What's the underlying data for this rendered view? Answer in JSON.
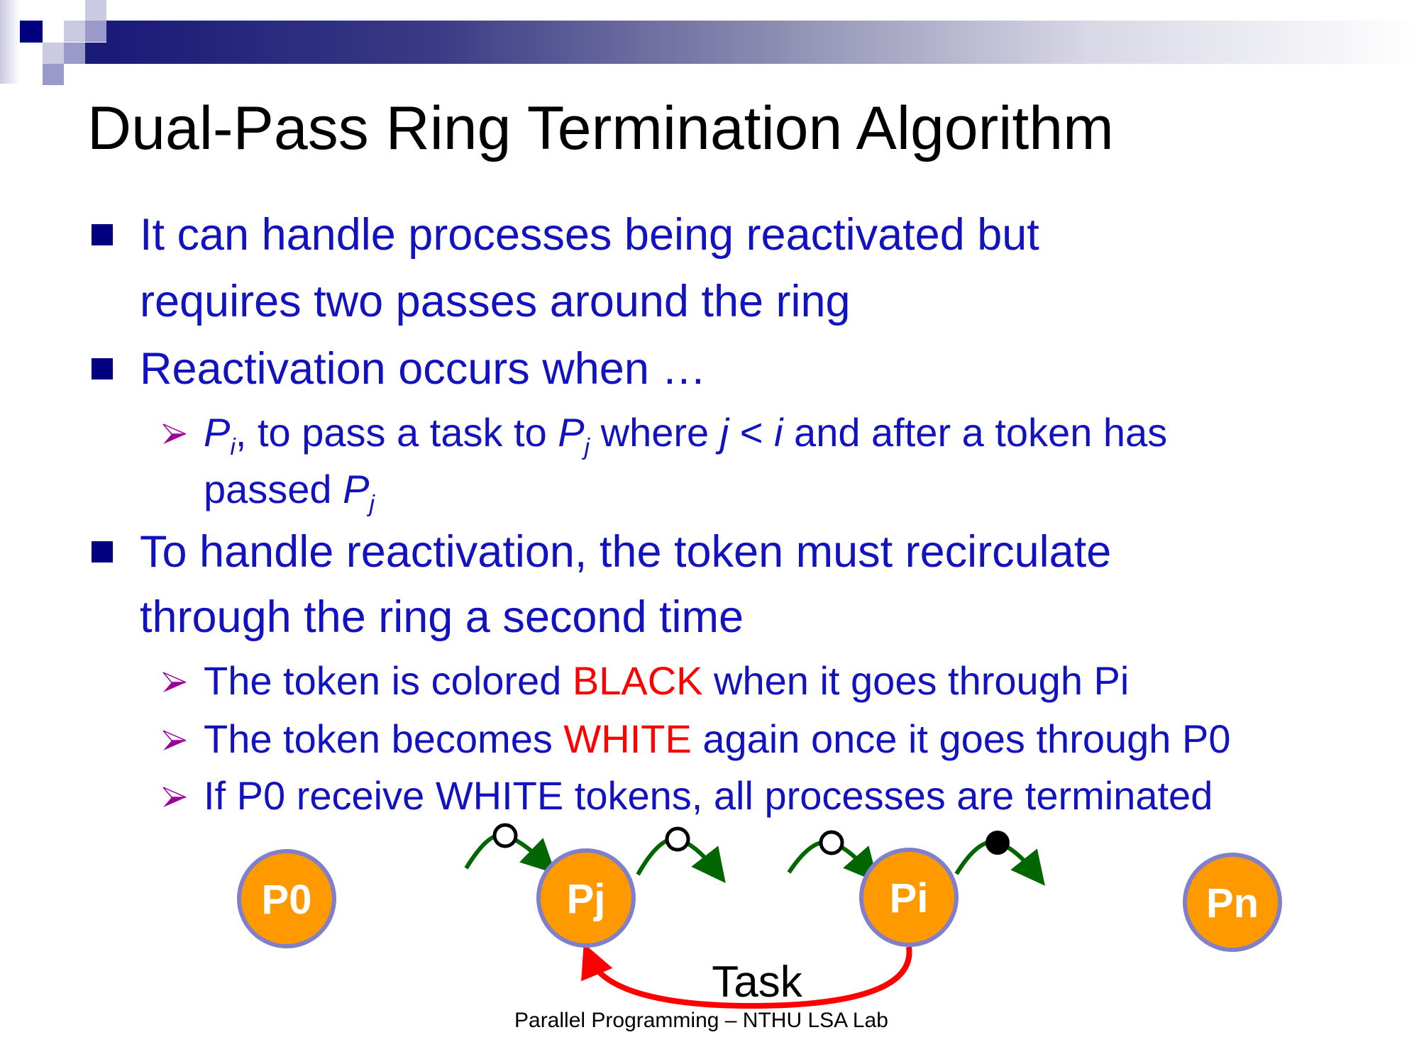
{
  "title": "Dual-Pass Ring Termination Algorithm",
  "bullets": {
    "b1_line1": "It can handle processes being reactivated but",
    "b1_line2": "requires two passes around the ring",
    "b2": "Reactivation occurs when …",
    "b2_sub": {
      "pi": "P",
      "pi_sub": "i",
      "t1": ", to pass a task to ",
      "pj": "P",
      "pj_sub": "j",
      "t2": " where ",
      "j": "j",
      "lt": " < ",
      "i": "i",
      "t3": " and after a token has",
      "t4": "passed ",
      "pj2": "P",
      "pj2_sub": "j"
    },
    "b3_line1": "To handle reactivation, the token must recirculate",
    "b3_line2": "through the ring a second time",
    "subs": [
      {
        "pre": "The token is colored ",
        "hl": "BLACK",
        "post": " when it goes through Pi"
      },
      {
        "pre": "The token becomes ",
        "hl": "WHITE",
        "post": " again once it goes through P0"
      },
      {
        "pre": "If P0 receive WHITE tokens, all processes are terminated",
        "hl": "",
        "post": ""
      }
    ]
  },
  "diagram": {
    "nodes": [
      "P0",
      "Pj",
      "Pi",
      "Pn"
    ],
    "tokens": [
      "white",
      "white",
      "white",
      "black"
    ],
    "task_label": "Task",
    "colors": {
      "node_fill": "#ff9900",
      "node_border": "#7f7fcc",
      "arc": "#006600",
      "task_arrow": "#ff0000"
    }
  },
  "footer": "Parallel Programming – NTHU LSA Lab",
  "colors": {
    "text": "#1212bf",
    "highlight": "#ff0000",
    "bullet": "#000080",
    "sub_bullet": "#990099"
  }
}
